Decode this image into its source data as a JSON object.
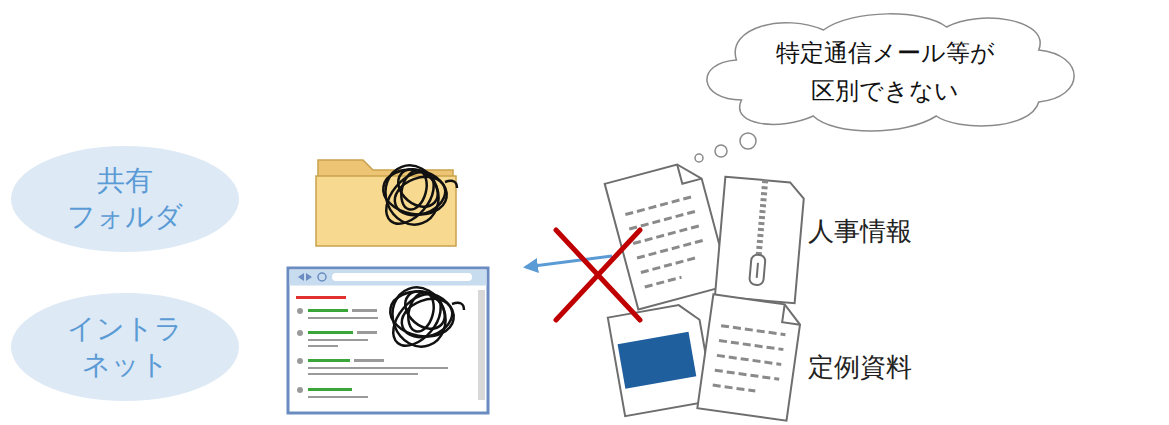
{
  "diagram": {
    "nodes": [
      {
        "text": [
          "特定通信メール等が 区別できない"
        ]
      },
      {
        "text": [
          "共有 フォルダ"
        ]
      },
      {
        "text": [
          "イントラ ネット"
        ]
      }
    ],
    "labels": [
      "人事情報",
      "定例資料"
    ]
  }
}
